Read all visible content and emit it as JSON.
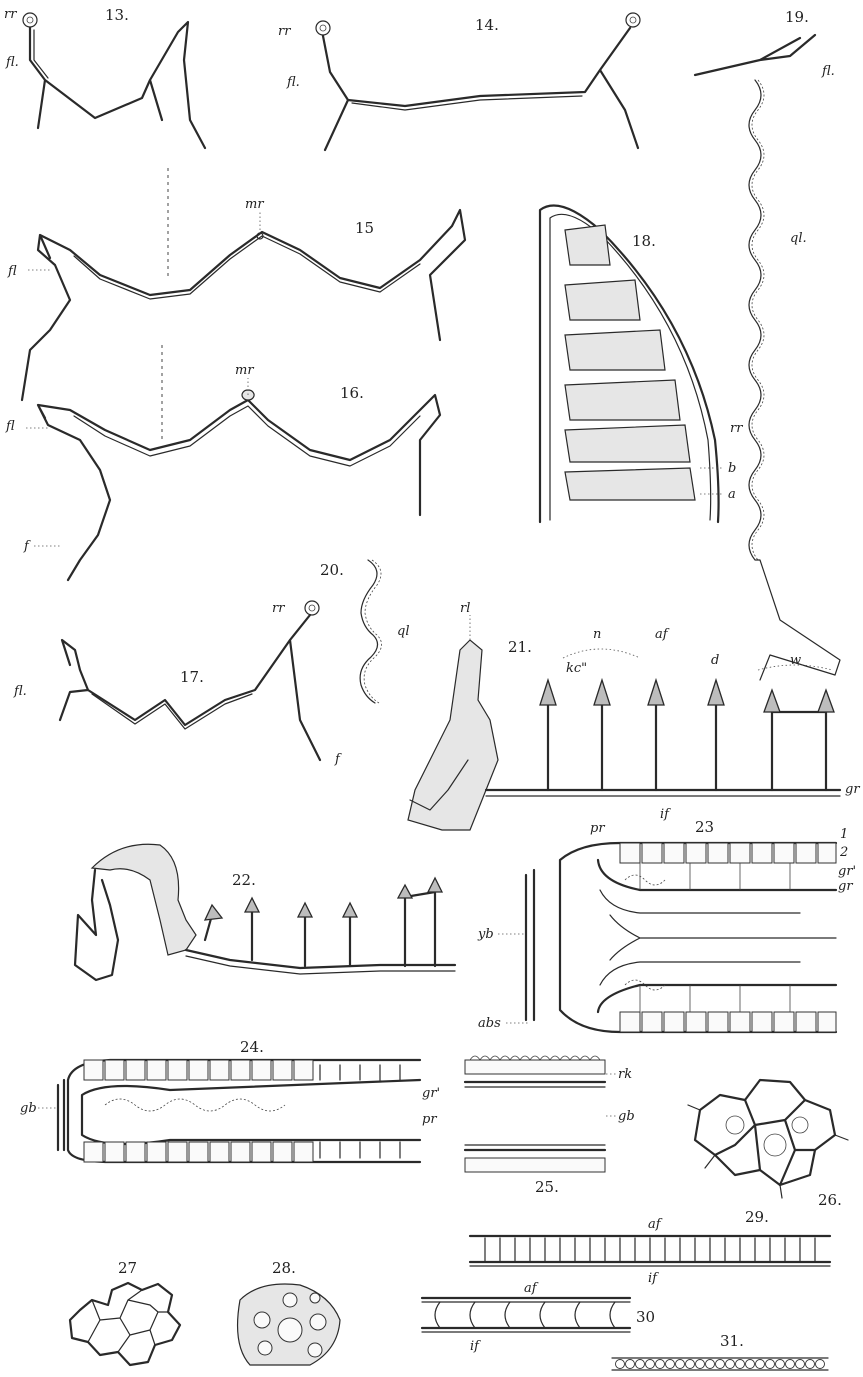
{
  "plate": {
    "figures": [
      {
        "id": "13",
        "number": "13.",
        "labels": [
          "rr",
          "fl."
        ]
      },
      {
        "id": "14",
        "number": "14.",
        "labels": [
          "rr",
          "fl."
        ]
      },
      {
        "id": "15",
        "number": "15",
        "labels": [
          "mr",
          "fl"
        ]
      },
      {
        "id": "16",
        "number": "16.",
        "labels": [
          "mr",
          "fl",
          "f"
        ]
      },
      {
        "id": "17",
        "number": "17.",
        "labels": [
          "fl.",
          "rr",
          "f"
        ]
      },
      {
        "id": "18",
        "number": "18.",
        "labels": [
          "rr",
          "b",
          "a"
        ]
      },
      {
        "id": "19",
        "number": "19.",
        "labels": [
          "fl.",
          "ql."
        ]
      },
      {
        "id": "20",
        "number": "20.",
        "labels": [
          "ql"
        ]
      },
      {
        "id": "21",
        "number": "21.",
        "labels": [
          "rl",
          "n",
          "af",
          "kc\"",
          "d",
          "w",
          "gr",
          "if"
        ]
      },
      {
        "id": "22",
        "number": "22.",
        "labels": []
      },
      {
        "id": "23",
        "number": "23",
        "labels": [
          "pr",
          "1",
          "2",
          "gr'",
          "gr",
          "yb",
          "abs"
        ]
      },
      {
        "id": "24",
        "number": "24.",
        "labels": [
          "gb",
          "gr'",
          "pr"
        ]
      },
      {
        "id": "25",
        "number": "25.",
        "labels": [
          "rk",
          "gb"
        ]
      },
      {
        "id": "26",
        "number": "26.",
        "labels": []
      },
      {
        "id": "27",
        "number": "27",
        "labels": []
      },
      {
        "id": "28",
        "number": "28.",
        "labels": []
      },
      {
        "id": "29",
        "number": "29.",
        "labels": [
          "af",
          "if"
        ]
      },
      {
        "id": "30",
        "number": "30",
        "labels": [
          "af",
          "if"
        ]
      },
      {
        "id": "31",
        "number": "31.",
        "labels": []
      }
    ]
  }
}
